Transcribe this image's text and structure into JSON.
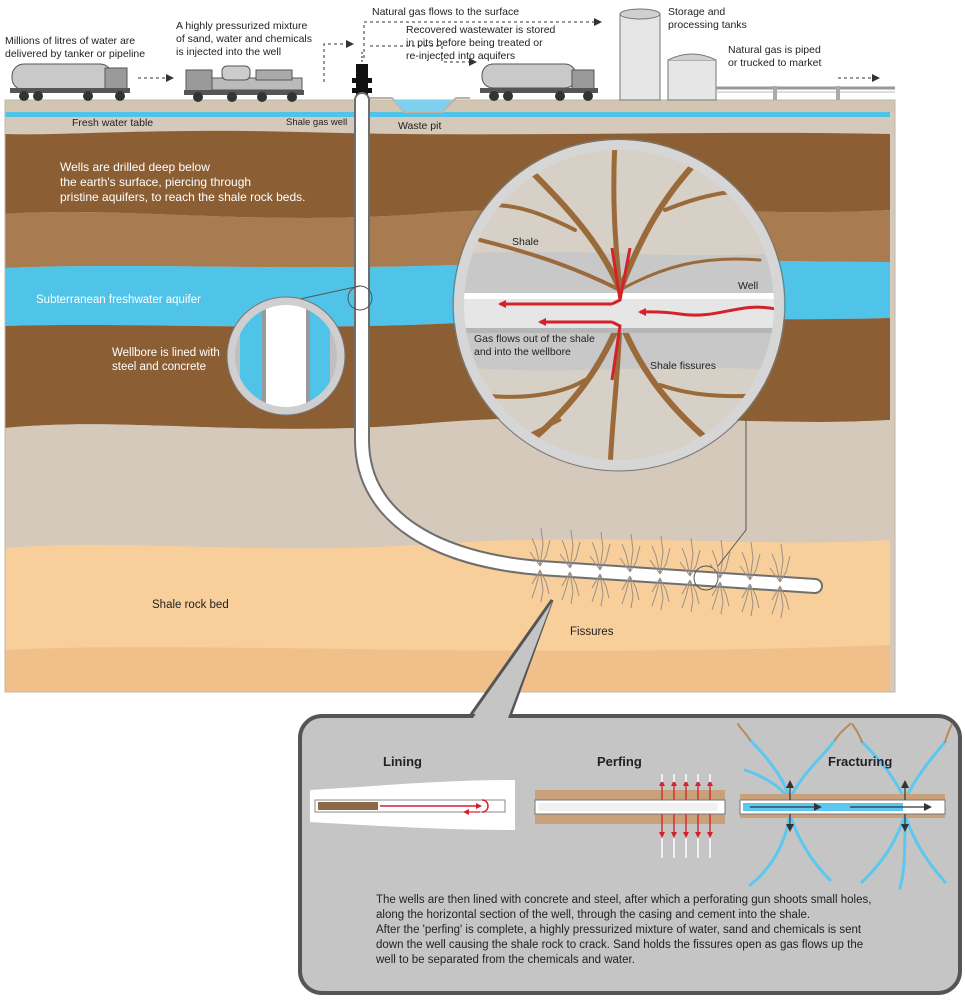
{
  "labels": {
    "water_delivery": "Millions of litres of water are\ndelivered by tanker or pipeline",
    "mixture_injected": "A highly pressurized mixture\nof sand, water and chemicals\nis injected into the well",
    "gas_flows_surface": "Natural gas flows to the surface",
    "wastewater": "Recovered wastewater is stored\nin pits before being treated or\nre-injected into aquifers",
    "storage_tanks": "Storage and\nprocessing tanks",
    "gas_piped": "Natural gas is piped\nor trucked to market",
    "fresh_water_table": "Fresh water table",
    "shale_gas_well": "Shale gas well",
    "waste_pit": "Waste pit",
    "wells_drilled": "Wells are drilled deep below\nthe earth's surface, piercing through\npristine aquifers, to reach the shale rock beds.",
    "aquifer": "Subterranean freshwater aquifer",
    "wellbore_lined": "Wellbore is lined with\nsteel and concrete",
    "shale": "Shale",
    "well": "Well",
    "gas_flows_out": "Gas flows out of the shale\nand into the wellbore",
    "shale_fissures": "Shale fissures",
    "shale_rock_bed": "Shale rock bed",
    "fissures": "Fissures"
  },
  "stages": {
    "lining": "Lining",
    "perfing": "Perfing",
    "fracturing": "Fracturing"
  },
  "caption": "The wells are then lined with concrete and steel, after which a perforating gun shoots small holes,\nalong the horizontal section of the well, through the casing and cement into the shale.\nAfter the 'perfing' is complete, a highly pressurized mixture of water, sand and chemicals is sent\ndown the well causing the shale rock to crack. Sand holds the fissures open as gas flows up the\nwell to be separated from the chemicals and water.",
  "colors": {
    "surface": "#d2c6b3",
    "fresh_water": "#4fc3e8",
    "dark_brown": "#8b5e34",
    "mid_brown": "#a87b50",
    "light_grey_brown": "#d4c9bb",
    "shale_bed": "#f8cf9b",
    "arrow_red": "#d4212a",
    "well_white": "#ffffff"
  }
}
